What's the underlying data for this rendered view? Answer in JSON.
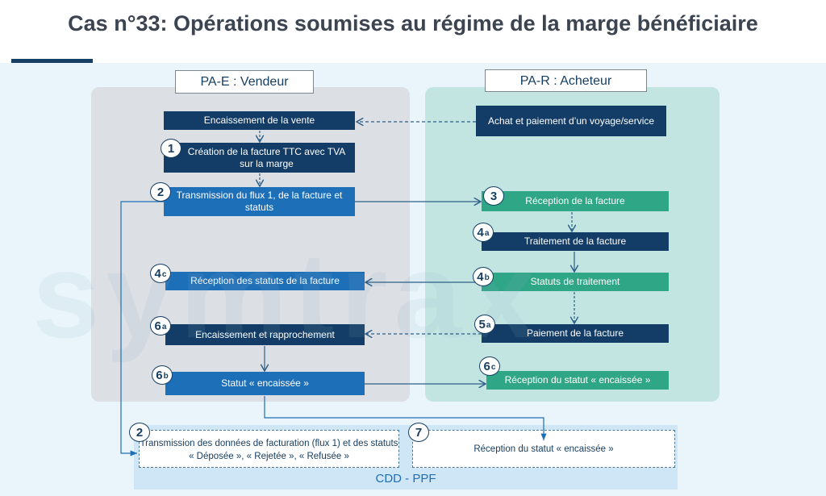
{
  "title": "Cas n°33: Opérations soumises au régime de la marge bénéficiaire",
  "watermark": "symtrax",
  "seller": {
    "header": "PA-E : Vendeur",
    "steps": [
      {
        "badge": "",
        "label": "Encaissement de la vente"
      },
      {
        "badge": "1",
        "sub": "",
        "label": "Création de la facture TTC avec TVA sur la marge"
      },
      {
        "badge": "2",
        "sub": "",
        "label": "Transmission du flux 1, de la facture et statuts"
      },
      {
        "badge": "4",
        "sub": "c",
        "label": "Réception des statuts de la facture"
      },
      {
        "badge": "6",
        "sub": "a",
        "label": "Encaissement et rapprochement"
      },
      {
        "badge": "6",
        "sub": "b",
        "label": "Statut « encaissée »"
      }
    ]
  },
  "buyer": {
    "header": "PA-R : Acheteur",
    "steps": [
      {
        "badge": "",
        "label": "Achat et paiement d’un voyage/service"
      },
      {
        "badge": "3",
        "sub": "",
        "label": "Réception de la facture"
      },
      {
        "badge": "4",
        "sub": "a",
        "label": "Traitement de la facture"
      },
      {
        "badge": "4",
        "sub": "b",
        "label": "Statuts de traitement"
      },
      {
        "badge": "5",
        "sub": "a",
        "label": "Paiement de la facture"
      },
      {
        "badge": "6",
        "sub": "c",
        "label": "Réception du statut « encaissée »"
      }
    ]
  },
  "ppf": {
    "label": "CDD - PPF",
    "steps": [
      {
        "badge": "2",
        "label": "Transmission des données de facturation (flux 1) et des statuts « Déposée », « Rejetée », « Refusée »"
      },
      {
        "badge": "7",
        "label": "Réception du statut « encaissée »"
      }
    ]
  },
  "colors": {
    "navy": "#133d66",
    "blue": "#1d6fb8",
    "green": "#2fa686"
  }
}
